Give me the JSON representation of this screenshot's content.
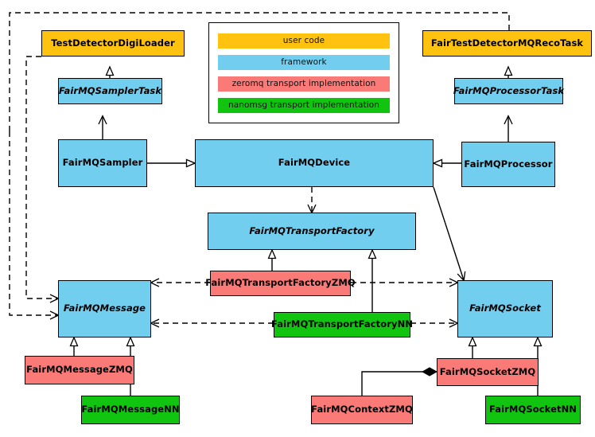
{
  "diagram": {
    "title": "FairMQ class hierarchy",
    "background": "#ffffff"
  },
  "colors": {
    "user_code": "#ffc20e",
    "framework": "#71ceef",
    "zeromq": "#fa7a77",
    "nanomsg": "#10c410",
    "line": "#000000"
  },
  "legend": {
    "items": [
      {
        "label": "user code",
        "color": "#ffc20e"
      },
      {
        "label": "framework",
        "color": "#71ceef"
      },
      {
        "label": "zeromq transport implementation",
        "color": "#fa7a77"
      },
      {
        "label": "nanomsg transport implementation",
        "color": "#10c410"
      }
    ]
  },
  "nodes": [
    {
      "id": "TestDetectorDigiLoader",
      "label": "TestDetectorDigiLoader",
      "category": "user code",
      "abstract": false
    },
    {
      "id": "FairTestDetectorMQRecoTask",
      "label": "FairTestDetectorMQRecoTask",
      "category": "user code",
      "abstract": false
    },
    {
      "id": "FairMQSamplerTask",
      "label": "FairMQSamplerTask",
      "category": "framework",
      "abstract": true
    },
    {
      "id": "FairMQProcessorTask",
      "label": "FairMQProcessorTask",
      "category": "framework",
      "abstract": true
    },
    {
      "id": "FairMQSampler",
      "label": "FairMQSampler",
      "category": "framework",
      "abstract": false
    },
    {
      "id": "FairMQDevice",
      "label": "FairMQDevice",
      "category": "framework",
      "abstract": false
    },
    {
      "id": "FairMQProcessor",
      "label": "FairMQProcessor",
      "category": "framework",
      "abstract": false
    },
    {
      "id": "FairMQTransportFactory",
      "label": "FairMQTransportFactory",
      "category": "framework",
      "abstract": true
    },
    {
      "id": "FairMQTransportFactoryZMQ",
      "label": "FairMQTransportFactoryZMQ",
      "category": "zeromq",
      "abstract": false
    },
    {
      "id": "FairMQTransportFactoryNN",
      "label": "FairMQTransportFactoryNN",
      "category": "nanomsg",
      "abstract": false
    },
    {
      "id": "FairMQMessage",
      "label": "FairMQMessage",
      "category": "framework",
      "abstract": true
    },
    {
      "id": "FairMQSocket",
      "label": "FairMQSocket",
      "category": "framework",
      "abstract": true
    },
    {
      "id": "FairMQMessageZMQ",
      "label": "FairMQMessageZMQ",
      "category": "zeromq",
      "abstract": false
    },
    {
      "id": "FairMQMessageNN",
      "label": "FairMQMessageNN",
      "category": "nanomsg",
      "abstract": false
    },
    {
      "id": "FairMQSocketZMQ",
      "label": "FairMQSocketZMQ",
      "category": "zeromq",
      "abstract": false
    },
    {
      "id": "FairMQSocketNN",
      "label": "FairMQSocketNN",
      "category": "nanomsg",
      "abstract": false
    },
    {
      "id": "FairMQContextZMQ",
      "label": "FairMQContextZMQ",
      "category": "zeromq",
      "abstract": false
    }
  ],
  "edges": [
    {
      "from": "FairMQSamplerTask",
      "to": "TestDetectorDigiLoader",
      "type": "generalization"
    },
    {
      "from": "FairMQProcessorTask",
      "to": "FairTestDetectorMQRecoTask",
      "type": "generalization"
    },
    {
      "from": "FairMQSampler",
      "to": "FairMQSamplerTask",
      "type": "association"
    },
    {
      "from": "FairMQProcessor",
      "to": "FairMQProcessorTask",
      "type": "association"
    },
    {
      "from": "FairMQSampler",
      "to": "FairMQDevice",
      "type": "generalization"
    },
    {
      "from": "FairMQProcessor",
      "to": "FairMQDevice",
      "type": "generalization"
    },
    {
      "from": "FairMQDevice",
      "to": "FairMQTransportFactory",
      "type": "dependency"
    },
    {
      "from": "FairMQDevice",
      "to": "FairMQSocket",
      "type": "association"
    },
    {
      "from": "FairMQTransportFactoryZMQ",
      "to": "FairMQTransportFactory",
      "type": "generalization"
    },
    {
      "from": "FairMQTransportFactoryNN",
      "to": "FairMQTransportFactory",
      "type": "generalization"
    },
    {
      "from": "FairMQTransportFactoryZMQ",
      "to": "FairMQMessage",
      "type": "dependency"
    },
    {
      "from": "FairMQTransportFactoryZMQ",
      "to": "FairMQSocket",
      "type": "dependency"
    },
    {
      "from": "FairMQTransportFactoryNN",
      "to": "FairMQMessage",
      "type": "dependency"
    },
    {
      "from": "FairMQTransportFactoryNN",
      "to": "FairMQSocket",
      "type": "dependency"
    },
    {
      "from": "FairMQMessageZMQ",
      "to": "FairMQMessage",
      "type": "generalization"
    },
    {
      "from": "FairMQMessageNN",
      "to": "FairMQMessage",
      "type": "generalization"
    },
    {
      "from": "FairMQSocketZMQ",
      "to": "FairMQSocket",
      "type": "generalization"
    },
    {
      "from": "FairMQSocketNN",
      "to": "FairMQSocket",
      "type": "generalization"
    },
    {
      "from": "FairMQSocketZMQ",
      "to": "FairMQContextZMQ",
      "type": "composition"
    },
    {
      "from": "TestDetectorDigiLoader",
      "to": "FairMQMessage",
      "type": "dependency"
    },
    {
      "from": "FairTestDetectorMQRecoTask",
      "to": "FairMQMessage",
      "type": "dependency"
    }
  ]
}
